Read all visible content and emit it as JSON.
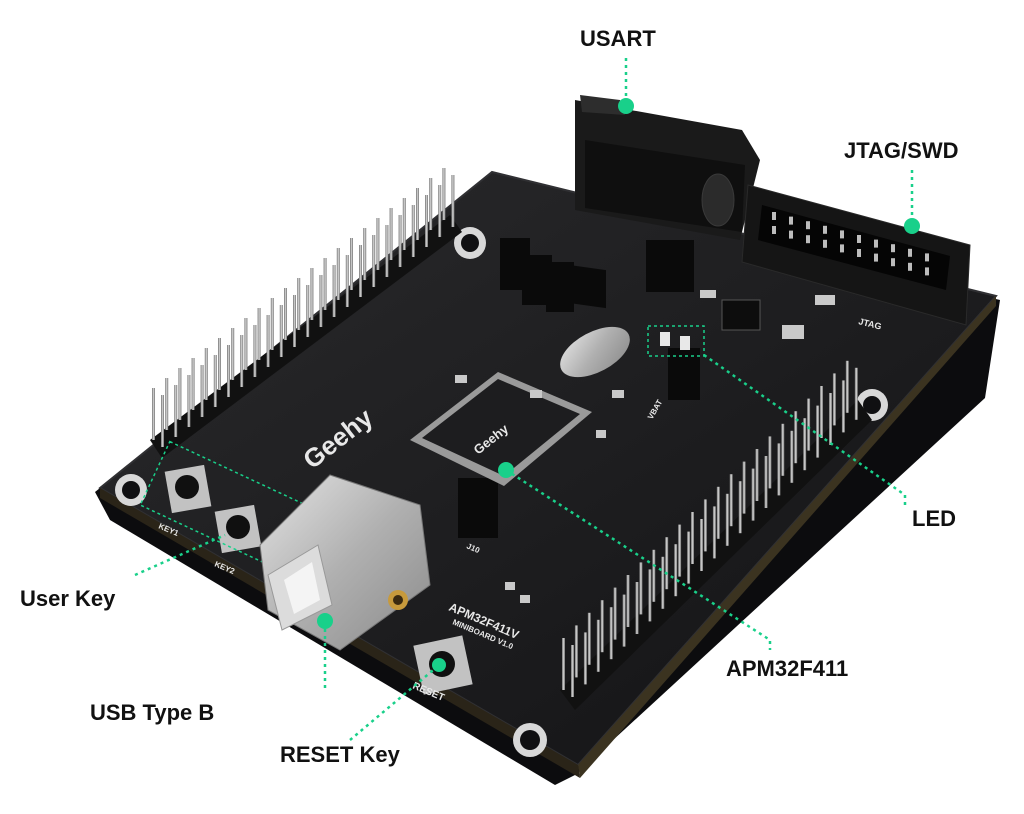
{
  "callouts": {
    "usart": "USART",
    "jtag_swd": "JTAG/SWD",
    "led": "LED",
    "user_key": "User Key",
    "usb_type_b": "USB Type B",
    "apm32f411": "APM32F411",
    "reset_key": "RESET Key"
  },
  "silkscreen": {
    "brand": "Geehy",
    "model": "APM32F411V",
    "revision": "MINIBOARD V1.0",
    "reset": "RESET",
    "key1": "KEY1",
    "key2": "KEY2",
    "jtag": "JTAG",
    "vbat": "VBAT",
    "j10": "J10",
    "chip_marking": "Geehy"
  },
  "colors": {
    "accent": "#19d08a",
    "board": "#1b1b1d",
    "label": "#111111"
  }
}
